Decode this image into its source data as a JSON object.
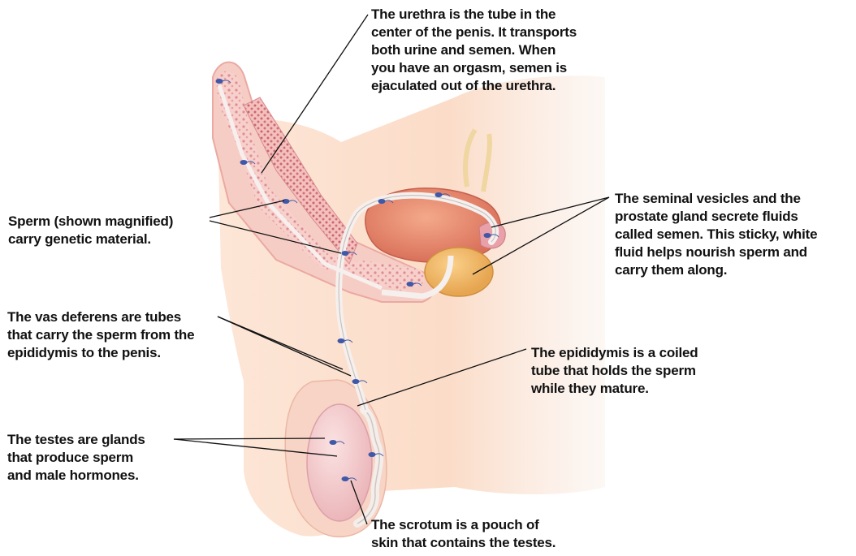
{
  "colors": {
    "skin": "#fbe0cf",
    "skin_dark": "#f3c7ae",
    "tissue": "#f5c8c4",
    "tissue_dark": "#e79a9a",
    "bladder": "#e9876a",
    "prostate": "#f1b566",
    "duct": "#f4f0ee",
    "sperm": "#3f58a8",
    "leader": "#111111"
  },
  "labels": {
    "urethra": {
      "lines": [
        {
          "pre": "The ",
          "term": "urethra",
          "post": " is the tube in the"
        },
        {
          "pre": "center of the penis. It transports",
          "term": "",
          "post": ""
        },
        {
          "pre": "both urine and semen. When",
          "term": "",
          "post": ""
        },
        {
          "pre": "you have an orgasm, semen is",
          "term": "",
          "post": ""
        },
        {
          "pre": "ejaculated out of the urethra.",
          "term": "",
          "post": ""
        }
      ]
    },
    "sperm": {
      "lines": [
        {
          "pre": "",
          "term": "Sperm",
          "post": " (shown magnified)"
        },
        {
          "pre": "carry genetic material.",
          "term": "",
          "post": ""
        }
      ]
    },
    "seminal": {
      "lines": [
        {
          "pre": "The ",
          "term": "seminal vesicles",
          "post": " and the"
        },
        {
          "pre": "",
          "term": "prostate gland",
          "post": " secrete fluids"
        },
        {
          "pre": "called ",
          "term": "semen.",
          "post": " This sticky, white"
        },
        {
          "pre": "fluid helps nourish sperm and",
          "term": "",
          "post": ""
        },
        {
          "pre": "carry them along.",
          "term": "",
          "post": ""
        }
      ]
    },
    "vas": {
      "lines": [
        {
          "pre": "The ",
          "term": "vas deferens",
          "post": " are tubes"
        },
        {
          "pre": "that carry the sperm from the",
          "term": "",
          "post": ""
        },
        {
          "pre": "epididymis to the penis.",
          "term": "",
          "post": ""
        }
      ]
    },
    "epididymis": {
      "lines": [
        {
          "pre": "The ",
          "term": "epididymis",
          "post": " is a coiled"
        },
        {
          "pre": "tube that holds the sperm",
          "term": "",
          "post": ""
        },
        {
          "pre": "while they mature.",
          "term": "",
          "post": ""
        }
      ]
    },
    "testes": {
      "lines": [
        {
          "pre": "The ",
          "term": "testes",
          "post": " are glands"
        },
        {
          "pre": "that produce sperm",
          "term": "",
          "post": ""
        },
        {
          "pre": "and male hormones.",
          "term": "",
          "post": ""
        }
      ]
    },
    "scrotum": {
      "lines": [
        {
          "pre": "The ",
          "term": "scrotum",
          "post": " is a pouch of"
        },
        {
          "pre": "skin that contains the testes.",
          "term": "",
          "post": ""
        }
      ]
    }
  }
}
